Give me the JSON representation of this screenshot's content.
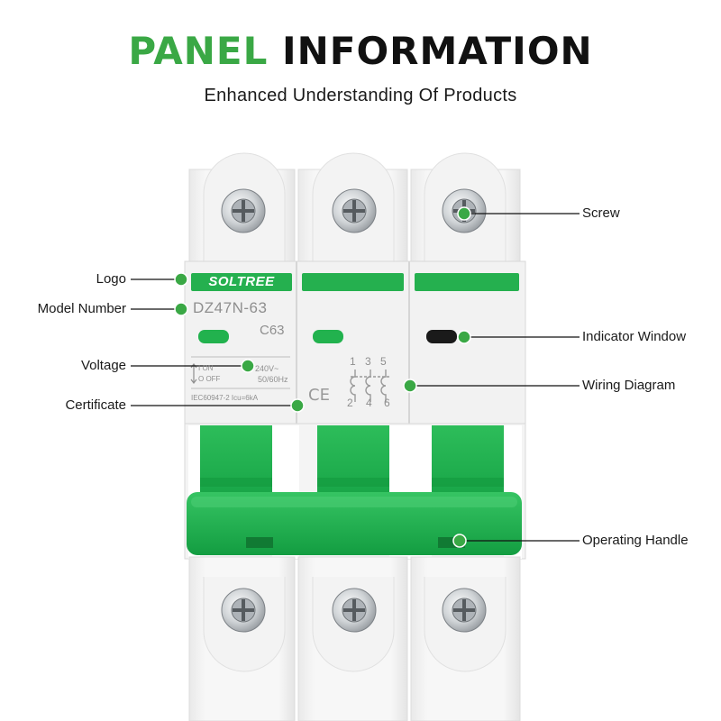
{
  "header": {
    "title_part1": "PANEL",
    "title_part2": "INFORMATION",
    "subtitle": "Enhanced Understanding Of Products"
  },
  "device": {
    "logo": "SOLTREE",
    "model": "DZ47N-63",
    "rating": "C63",
    "on_label": "I ON",
    "off_label": "O OFF",
    "voltage": "240V~",
    "frequency": "50/60Hz",
    "standard": "IEC60947-2  Icu=6kA",
    "certification": "CE",
    "terminals_top": [
      "1",
      "3",
      "5"
    ],
    "terminals_bottom": [
      "2",
      "4",
      "6"
    ]
  },
  "callouts": {
    "screw": "Screw",
    "logo": "Logo",
    "model_number": "Model Number",
    "indicator_window": "Indicator Window",
    "voltage": "Voltage",
    "wiring_diagram": "Wiring Diagram",
    "certificate": "Certificate",
    "operating_handle": "Operating Handle"
  },
  "colors": {
    "accent_green": "#3aa845",
    "handle_green": "#1fae4e",
    "title_dark": "#111111"
  }
}
